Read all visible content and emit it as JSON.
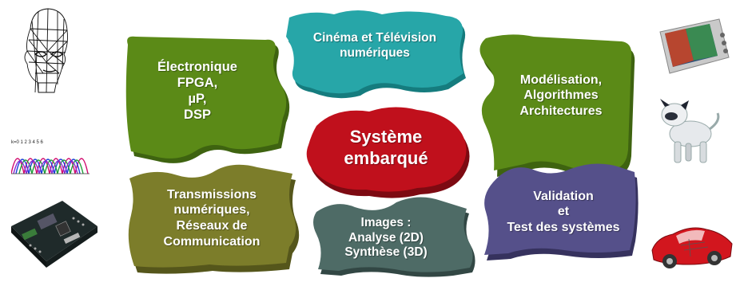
{
  "pieces": {
    "electronique": {
      "label": "Électronique\nFPGA,\nµP,\nDSP",
      "color": "#5b8a17",
      "edge": "#3e6310"
    },
    "cinema": {
      "label": "Cinéma et Télévision\nnumériques",
      "color": "#27a6a8",
      "edge": "#157c7e"
    },
    "modelisation": {
      "label": "Modélisation,\nAlgorithmes\nArchitectures",
      "color": "#5b8a17",
      "edge": "#3e6310"
    },
    "systeme": {
      "label": "Système\nembarqué",
      "color": "#c0101c",
      "edge": "#7d0a12"
    },
    "transmissions": {
      "label": "Transmissions\nnumériques,\nRéseaux de\nCommunication",
      "color": "#7c7d2a",
      "edge": "#55561b"
    },
    "images": {
      "label": "Images :\nAnalyse (2D)\nSynthèse (3D)",
      "color": "#4e6b66",
      "edge": "#324744"
    },
    "validation": {
      "label": "Validation\net\nTest des systèmes",
      "color": "#55508a",
      "edge": "#36325e"
    }
  },
  "side_images": {
    "left": [
      "wireframe-head",
      "waveform-plot",
      "fpga-board"
    ],
    "right": [
      "media-player",
      "robot-dog",
      "car-cutaway"
    ]
  },
  "waveform_axis_text": "k=0 1 2 3 4 5 6"
}
